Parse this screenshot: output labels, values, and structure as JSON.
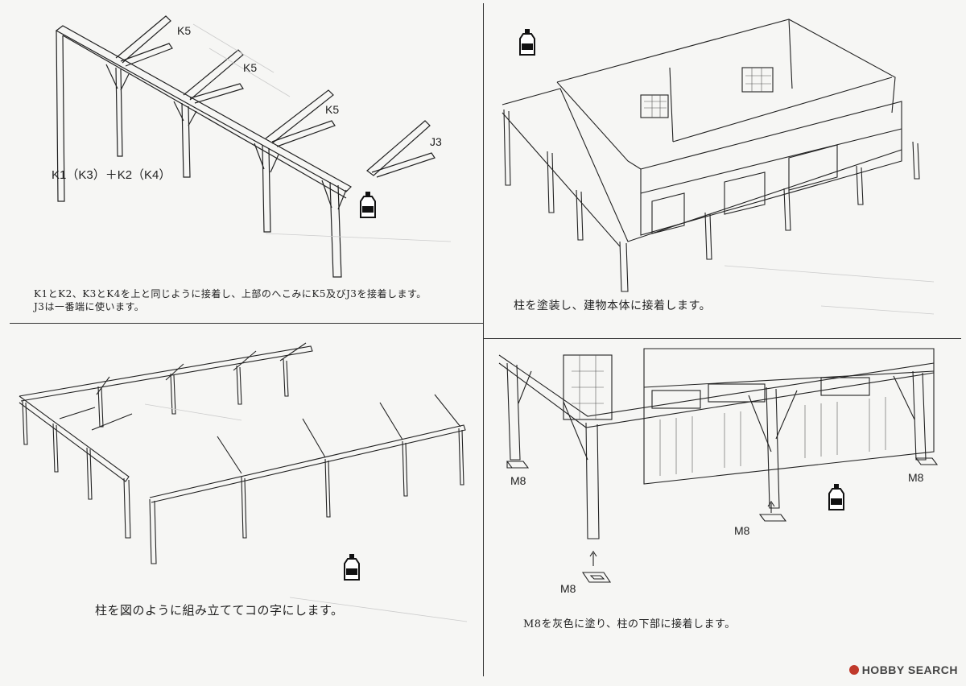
{
  "panels": {
    "top_left": {
      "labels": {
        "k5_a": "K5",
        "k5_b": "K5",
        "k5_c": "K5",
        "j3": "J3",
        "assembly": "K1（K3）＋K2（K4）"
      },
      "caption_line1": "K1とK2、K3とK4を上と同じように接着し、上部のへこみにK5及びJ3を接着します。",
      "caption_line2": "J3は一番端に使います。"
    },
    "top_right": {
      "caption": "柱を塗装し、建物本体に接着します。"
    },
    "bottom_left": {
      "caption": "柱を図のように組み立ててコの字にします。"
    },
    "bottom_right": {
      "labels": {
        "m8_a": "M8",
        "m8_b": "M8",
        "m8_c": "M8",
        "m8_d": "M8"
      },
      "caption": "M8を灰色に塗り、柱の下部に接着します。"
    }
  },
  "watermark": "HOBBY SEARCH",
  "icons": [
    "glue-bottle-icon"
  ]
}
